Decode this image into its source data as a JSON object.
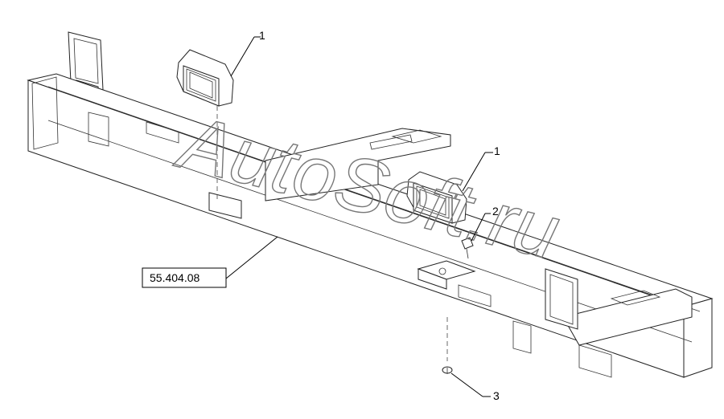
{
  "watermark": "AutoSoft.ru",
  "reference_label": "55.404.08",
  "callouts": [
    {
      "id": "1a",
      "label": "1"
    },
    {
      "id": "1b",
      "label": "1"
    },
    {
      "id": "2",
      "label": "2"
    },
    {
      "id": "3",
      "label": "3"
    }
  ]
}
